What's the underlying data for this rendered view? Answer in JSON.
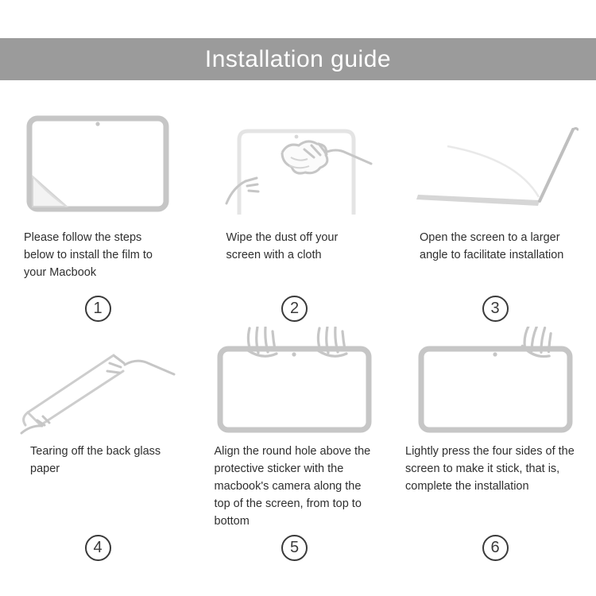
{
  "header": {
    "title": "Installation guide"
  },
  "steps": [
    {
      "number": "1",
      "icon": "tablet-film-peel-icon",
      "caption": "Please follow the steps below to install the film to your Macbook"
    },
    {
      "number": "2",
      "icon": "wipe-screen-cloth-icon",
      "caption": "Wipe the dust off your screen with a cloth"
    },
    {
      "number": "3",
      "icon": "open-laptop-angle-icon",
      "caption": "Open the screen to a larger angle to facilitate installation"
    },
    {
      "number": "4",
      "icon": "tear-back-paper-icon",
      "caption": "Tearing off the back glass paper"
    },
    {
      "number": "5",
      "icon": "align-film-hands-icon",
      "caption": "Align the round hole above the protective sticker with the macbook's camera along the top of the screen, from top to bottom"
    },
    {
      "number": "6",
      "icon": "press-screen-edges-icon",
      "caption": "Lightly press the four sides of the screen to make it stick, that is, complete the installation"
    }
  ],
  "colors": {
    "header_bg": "#9b9b9b",
    "header_text": "#ffffff",
    "line_art": "#c6c6c6",
    "caption_text": "#2f2f2f",
    "number_circle": "#3a3a3a"
  }
}
